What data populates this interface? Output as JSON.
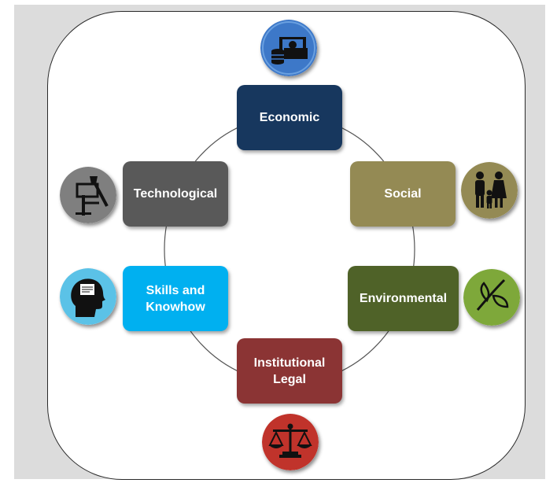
{
  "diagram": {
    "nodes": [
      {
        "id": "economic",
        "label": "Economic",
        "color": "#17375e",
        "icon": "money-icon",
        "icon_color": "#3d78c8"
      },
      {
        "id": "social",
        "label": "Social",
        "color": "#948a54",
        "icon": "family-icon",
        "icon_color": "#948a54"
      },
      {
        "id": "environmental",
        "label": "Environmental",
        "color": "#4f6228",
        "icon": "leaf-icon",
        "icon_color": "#7ea83a"
      },
      {
        "id": "institutional",
        "label": "Institutional Legal",
        "color": "#8b3434",
        "icon": "scales-icon",
        "icon_color": "#c0332b"
      },
      {
        "id": "skills",
        "label": "Skills and Knowhow",
        "color": "#00b0f0",
        "icon": "head-icon",
        "icon_color": "#5bc2e7"
      },
      {
        "id": "technological",
        "label": "Technological",
        "color": "#595959",
        "icon": "drill-rig-icon",
        "icon_color": "#7f7f7f"
      }
    ]
  }
}
